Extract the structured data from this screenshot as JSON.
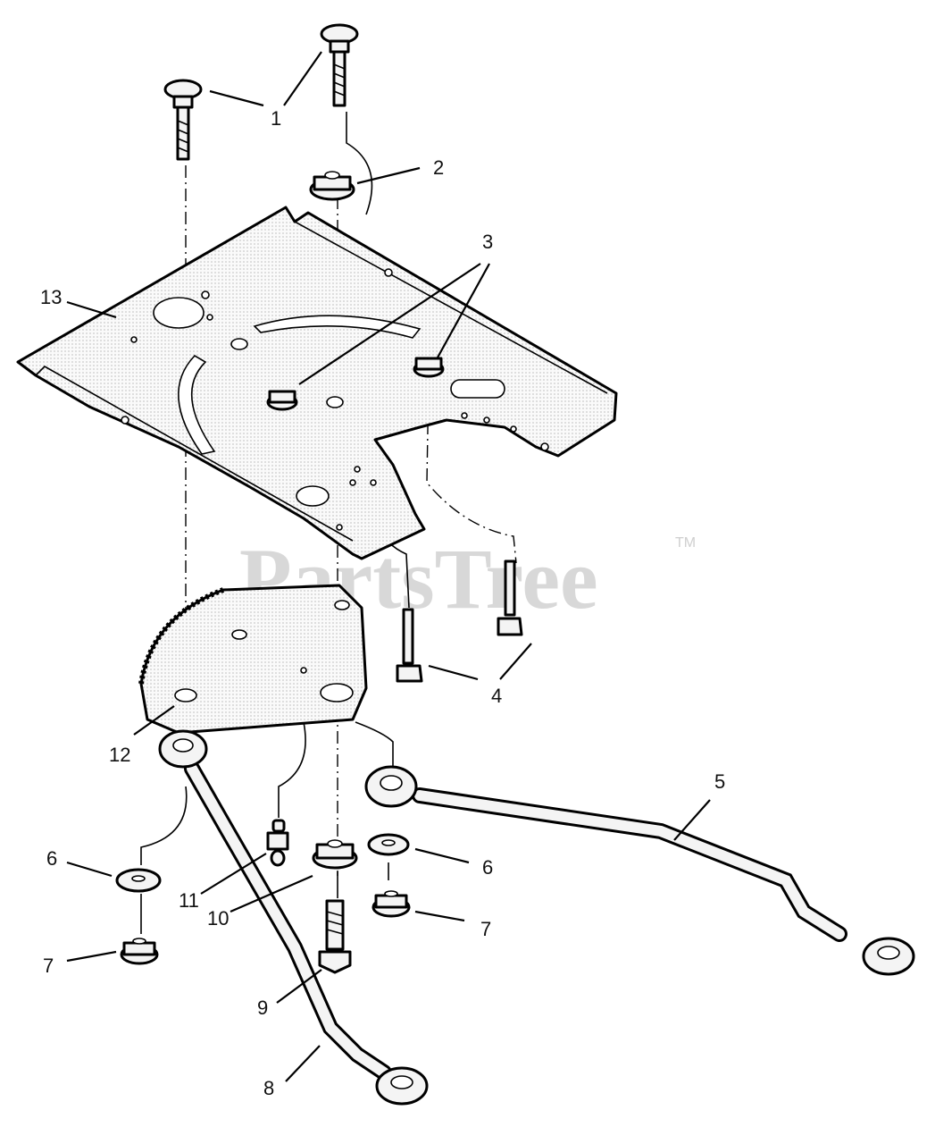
{
  "watermark": {
    "text": "PartsTree",
    "trademark": "TM"
  },
  "callouts": [
    {
      "id": "1",
      "label": "1"
    },
    {
      "id": "2",
      "label": "2"
    },
    {
      "id": "3",
      "label": "3"
    },
    {
      "id": "4",
      "label": "4"
    },
    {
      "id": "5",
      "label": "5"
    },
    {
      "id": "6a",
      "label": "6"
    },
    {
      "id": "6b",
      "label": "6"
    },
    {
      "id": "7a",
      "label": "7"
    },
    {
      "id": "7b",
      "label": "7"
    },
    {
      "id": "8",
      "label": "8"
    },
    {
      "id": "9",
      "label": "9"
    },
    {
      "id": "10",
      "label": "10"
    },
    {
      "id": "11",
      "label": "11"
    },
    {
      "id": "12",
      "label": "12"
    },
    {
      "id": "13",
      "label": "13"
    }
  ]
}
